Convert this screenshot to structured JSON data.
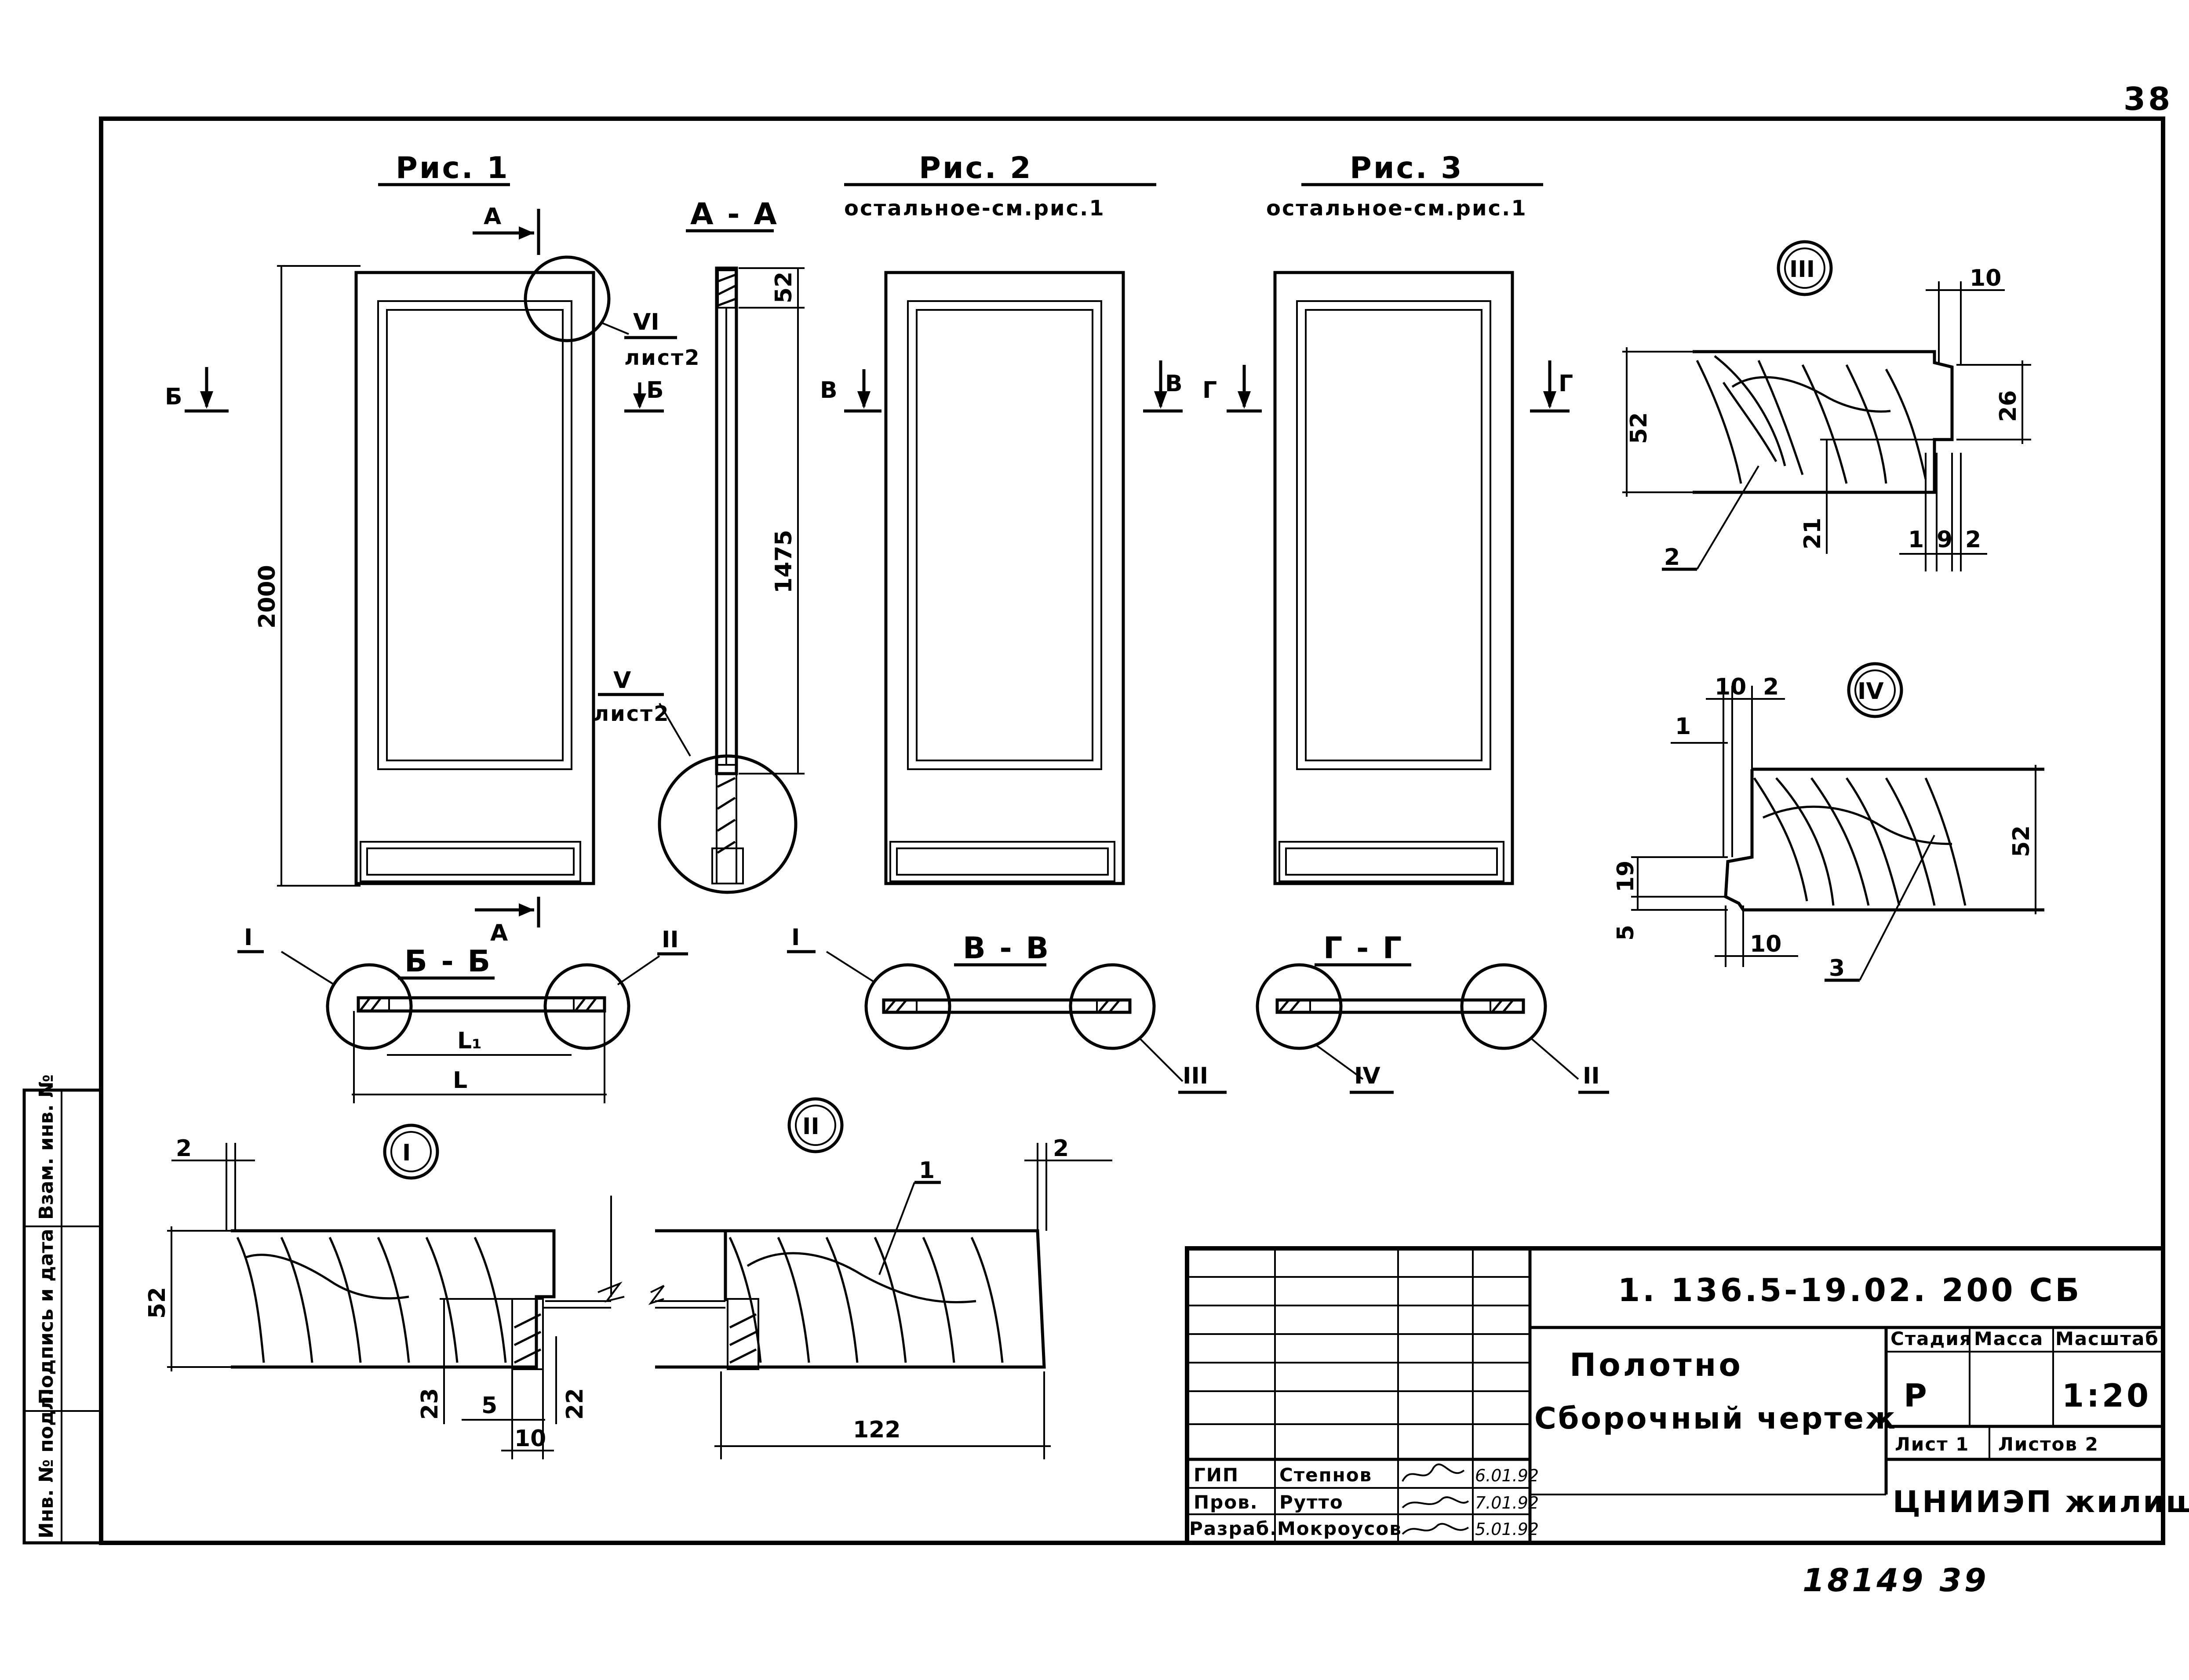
{
  "page_number": "38",
  "figures": {
    "fig1": {
      "title": "Рис. 1"
    },
    "fig2": {
      "title": "Рис. 2",
      "note": "остальное-см.рис.1"
    },
    "fig3": {
      "title": "Рис. 3",
      "note": "остальное-см.рис.1"
    }
  },
  "section_labels": {
    "aa": "А - А",
    "bb": "Б - Б",
    "vv": "В - В",
    "gg": "Г - Г",
    "mark_a": "А",
    "mark_b": "Б",
    "mark_v": "В",
    "mark_g": "Г"
  },
  "callouts": {
    "vi": "VI",
    "v": "V",
    "sheet2": "лист2",
    "i": "I",
    "ii": "II",
    "iii": "III",
    "iv": "IV"
  },
  "dimensions": {
    "height_2000": "2000",
    "d52": "52",
    "d1475": "1475",
    "d10": "10",
    "d26": "26",
    "d21": "21",
    "d1": "1",
    "d9": "9",
    "d2": "2",
    "d19": "19",
    "d5": "5",
    "d23": "23",
    "d22": "22",
    "d122": "122",
    "L": "L",
    "L1": "L₁"
  },
  "positions": {
    "p1": "1",
    "p2": "2",
    "p3": "3"
  },
  "title_block": {
    "code": "1. 136.5-19.02. 200 СБ",
    "name_line1": "Полотно",
    "name_line2": "Сборочный чертеж",
    "stage_label": "Стадия",
    "mass_label": "Масса",
    "scale_label": "Масштаб",
    "stage_value": "Р",
    "scale_value": "1:20",
    "sheet_label": "Лист 1",
    "sheets_label": "Листов 2",
    "org": "ЦНИИЭП жилища",
    "roles": [
      {
        "role": "ГИП",
        "name": "Степнов",
        "date": "6.01.92"
      },
      {
        "role": "Пров.",
        "name": "Рутто",
        "date": "7.01.92"
      },
      {
        "role": "Разраб.",
        "name": "Мокроусов",
        "date": "5.01.92"
      }
    ]
  },
  "side_stamp": {
    "inv_orig": "Инв. № подл.",
    "sign_date": "Подпись и дата",
    "inv_repl": "Взам. инв. №"
  },
  "footer_numbers": "18149  39"
}
